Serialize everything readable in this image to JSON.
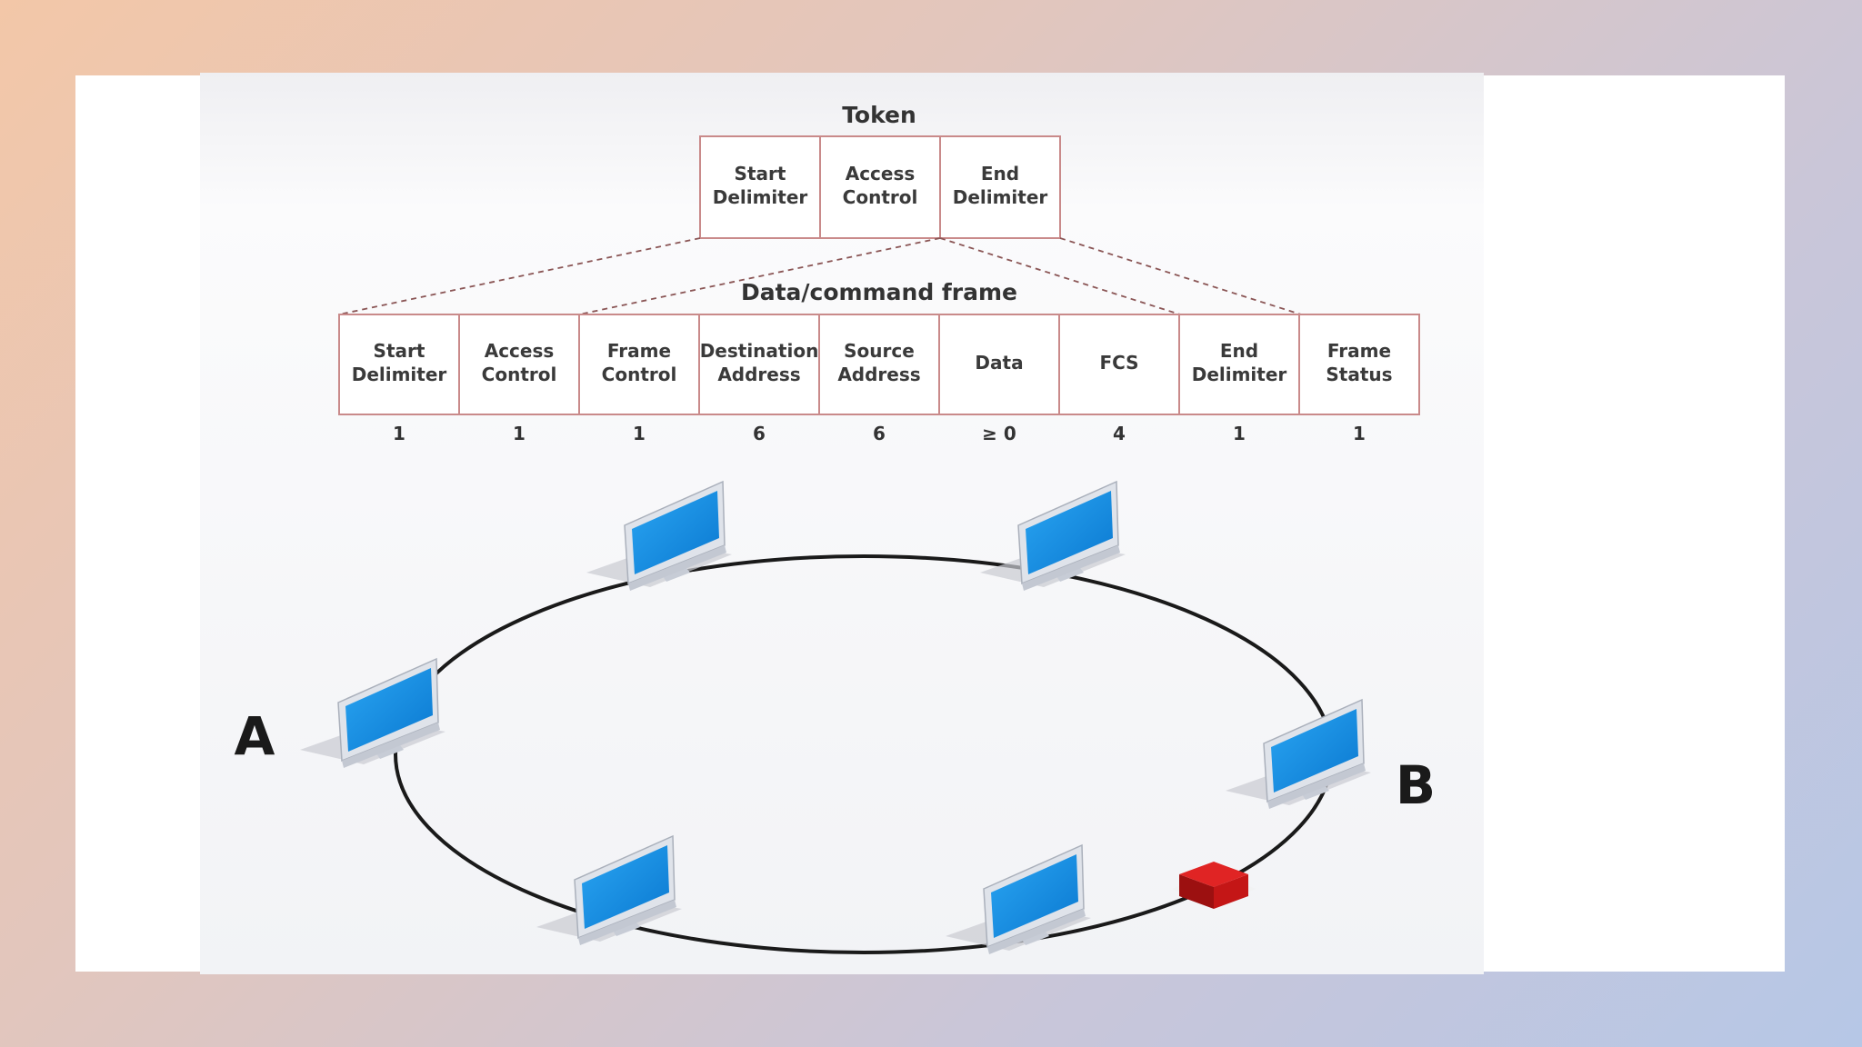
{
  "token": {
    "title": "Token",
    "fields": [
      {
        "line1": "Start",
        "line2": "Delimiter"
      },
      {
        "line1": "Access",
        "line2": "Control"
      },
      {
        "line1": "End",
        "line2": "Delimiter"
      }
    ]
  },
  "frame": {
    "title": "Data/command frame",
    "fields": [
      {
        "line1": "Start",
        "line2": "Delimiter",
        "size": "1"
      },
      {
        "line1": "Access",
        "line2": "Control",
        "size": "1"
      },
      {
        "line1": "Frame",
        "line2": "Control",
        "size": "1"
      },
      {
        "line1": "Destination",
        "line2": "Address",
        "size": "6"
      },
      {
        "line1": "Source",
        "line2": "Address",
        "size": "6"
      },
      {
        "line1": "Data",
        "line2": "",
        "size": "≥ 0"
      },
      {
        "line1": "FCS",
        "line2": "",
        "size": "4"
      },
      {
        "line1": "End",
        "line2": "Delimiter",
        "size": "1"
      },
      {
        "line1": "Frame",
        "line2": "Status",
        "size": "1"
      }
    ]
  },
  "ring": {
    "node_a_label": "A",
    "node_b_label": "B",
    "computer_count_icon": "monitor-icon",
    "device_icon": "red-box-icon"
  },
  "colors": {
    "screen": "#1a8fe6",
    "bezel": "#d8dde6",
    "device": "#cc1a1a",
    "ring": "#1a1a1a",
    "cell_border": "#c98a8a"
  }
}
